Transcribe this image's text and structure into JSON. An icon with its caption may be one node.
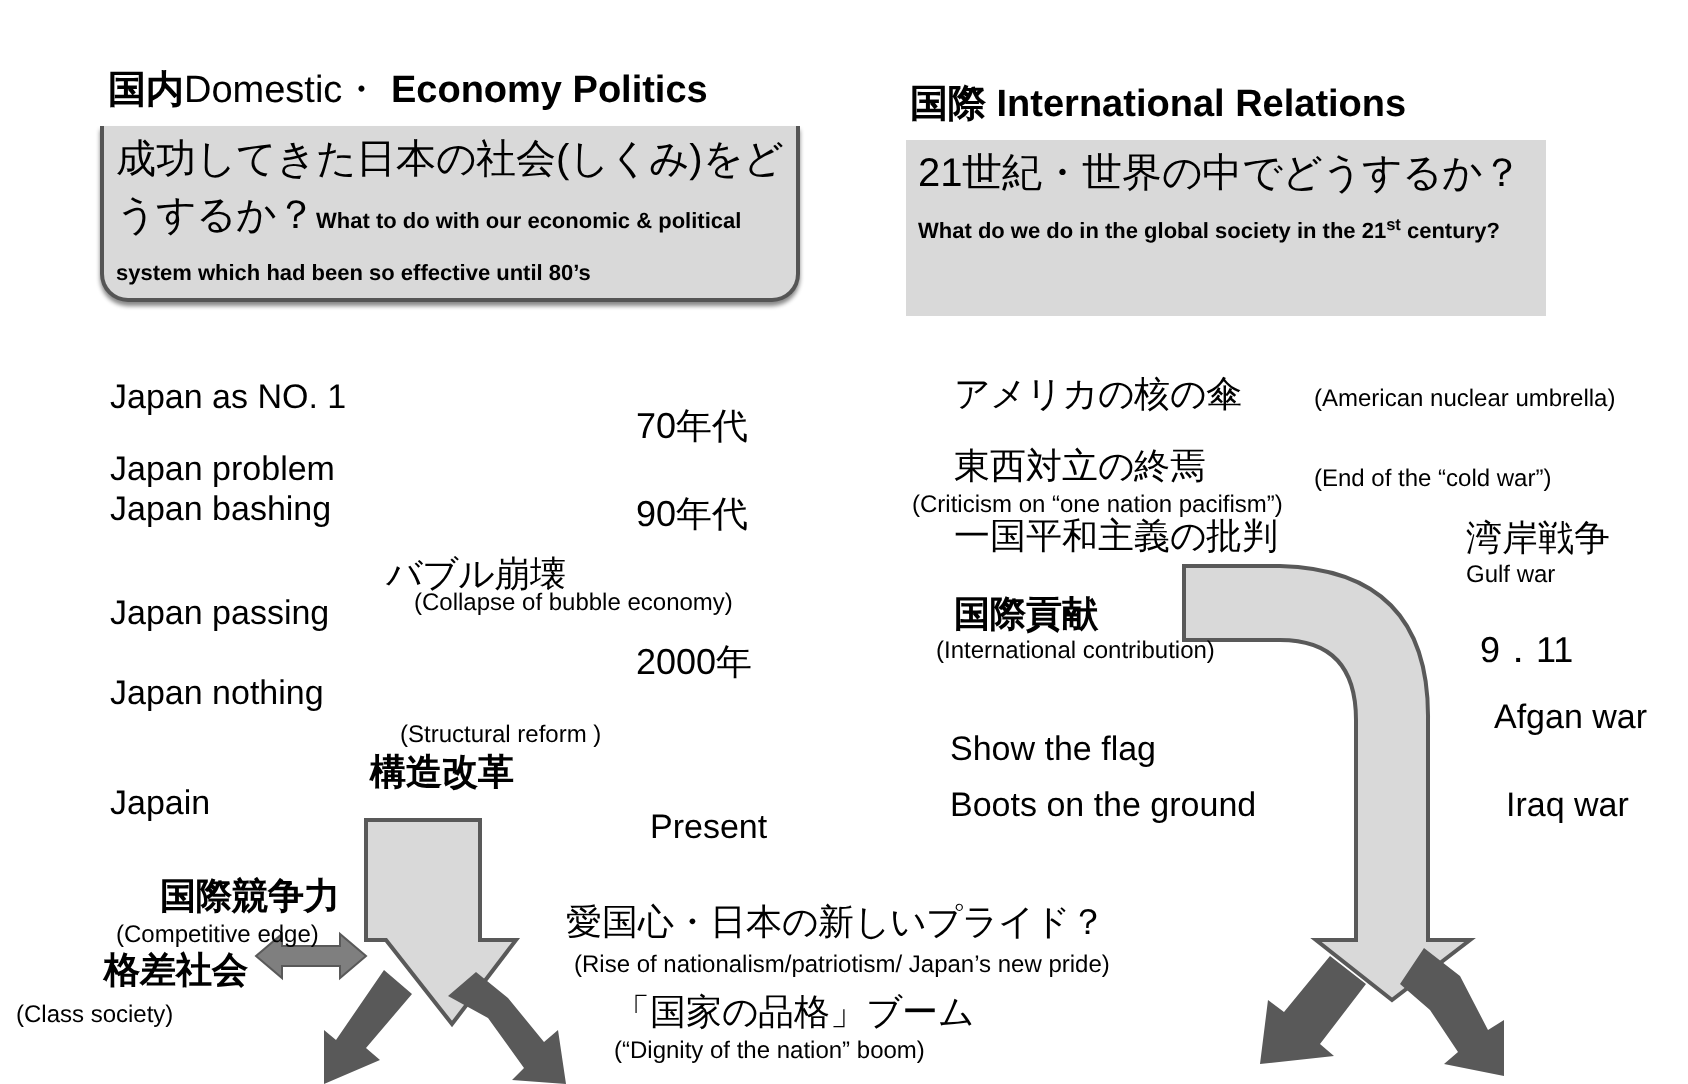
{
  "diagram": {
    "nodes": [
      {
        "text": [
          "**国内**Domestic・ **Economy Politics**",
          "成功してきた日本の社会(しくみ)をどうするか？",
          "What to do with our economic & political system which had been so effective until 80’s"
        ]
      },
      {
        "text": [
          "国際 International Relations",
          "21世紀・世界の中でどうするか？",
          "What do we do in the global society in the 21$^{st}$ century?"
        ]
      }
    ],
    "labels": [
      "Japan as NO. 1",
      "70年代",
      "Japan problem",
      "Japan bashing",
      "90年代",
      "バブル崩壊",
      "Japan passing",
      "(Collapse of bubble economy)",
      "2000年",
      "Japan nothing",
      "(Structural reform )",
      "構造改革",
      "Japain",
      "Present",
      "アメリカの核の傘",
      "(American nuclear umbrella)",
      "東西対立の終焉",
      "(End of the “cold war”)",
      "(Criticism on “one nation pacifism”)",
      "一国平和主義の批判",
      "湾岸戦争",
      "Gulf war",
      "国際貢献",
      "(International contribution)",
      "9．11",
      "Afgan war",
      "Show the flag",
      "Boots on the ground",
      "Iraq war",
      "国際競争力",
      "(Competitive edge)",
      "愛国心・日本の新しいプライド？",
      "格差社会",
      "(Rise of nationalism/patriotism/ Japan’s new pride)",
      "(Class society)",
      "「国家の品格」ブーム",
      "(“Dignity of the nation” boom)"
    ]
  }
}
